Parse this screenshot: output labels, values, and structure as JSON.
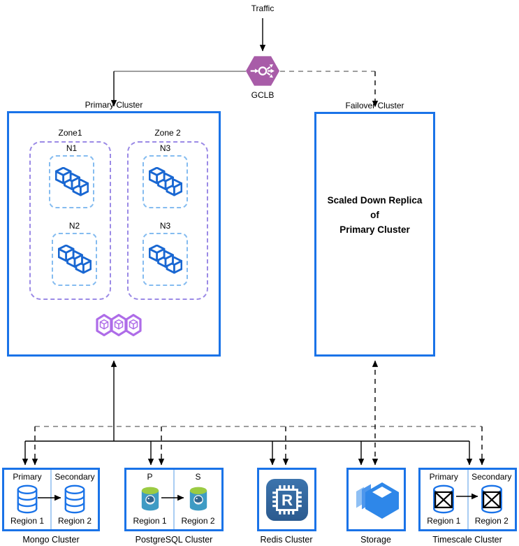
{
  "colors": {
    "box-blue": "#1A73E8",
    "divider-blue": "#A9CDF3",
    "zone-purple": "#9B8AE6",
    "node-dash-blue": "#85BCF0",
    "cube-blue": "#1967D2",
    "workload-purple": "#AE6CE8",
    "gclb-purple": "#A85CA8",
    "redis-blue": "#35689D",
    "storage-blue": "#2E87E9",
    "postgres-body": "#3E9BC4",
    "postgres-top": "#9BCB43",
    "line-gray": "#7F7F7F"
  },
  "top": {
    "traffic_label": "Traffic",
    "gclb_label": "GCLB"
  },
  "primary_cluster": {
    "label": "Primary Cluster",
    "zones": [
      {
        "label": "Zone1",
        "nodes": [
          "N1",
          "N2"
        ]
      },
      {
        "label": "Zone 2",
        "nodes": [
          "N3",
          "N3"
        ]
      }
    ]
  },
  "failover_cluster": {
    "label": "Failover Cluster",
    "body_line1": "Scaled Down Replica",
    "body_line2": "of",
    "body_line3": "Primary Cluster"
  },
  "db_clusters": [
    {
      "name": "Mongo Cluster",
      "primary_label": "Primary",
      "secondary_label": "Secondary",
      "region1": "Region 1",
      "region2": "Region 2"
    },
    {
      "name": "PostgreSQL Cluster",
      "primary_label": "P",
      "secondary_label": "S",
      "region1": "Region 1",
      "region2": "Region 2"
    },
    {
      "name": "Redis Cluster",
      "icon_letter": "R"
    },
    {
      "name": "Storage"
    },
    {
      "name": "Timescale Cluster",
      "primary_label": "Primary",
      "secondary_label": "Secondary",
      "region1": "Region 1",
      "region2": "Region 2"
    }
  ]
}
